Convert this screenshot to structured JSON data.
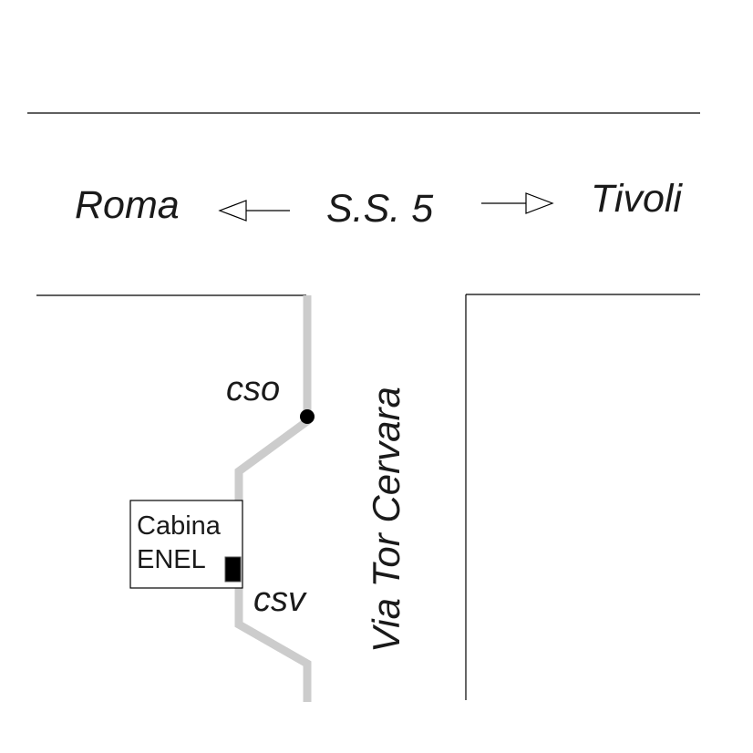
{
  "map": {
    "main_road": {
      "name": "S.S. 5",
      "west_destination": "Roma",
      "east_destination": "Tivoli"
    },
    "side_road": {
      "name": "Via Tor Cervara"
    },
    "cable_labels": {
      "upper": "cso",
      "lower": "csv"
    },
    "substation": {
      "line1": "Cabina",
      "line2": "ENEL"
    },
    "colors": {
      "road_edge": "#000000",
      "cable": "#cccccc",
      "text": "#1a1a1a"
    }
  }
}
